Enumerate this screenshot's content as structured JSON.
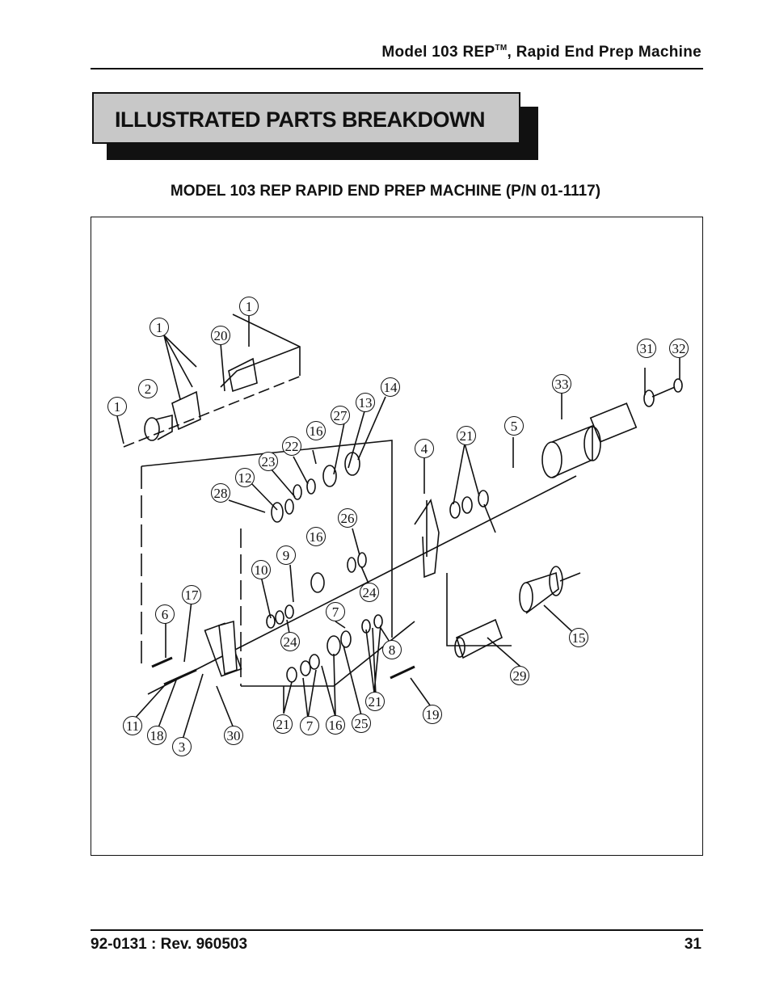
{
  "header": {
    "model_prefix": "Model 103 REP",
    "trademark": "TM",
    "model_suffix": ", Rapid End Prep Machine"
  },
  "section": {
    "title": "ILLUSTRATED PARTS BREAKDOWN"
  },
  "figure": {
    "title": "MODEL 103 REP RAPID END PREP MACHINE (P/N 01-1117)",
    "callouts": [
      "1",
      "20",
      "1",
      "1",
      "2",
      "31",
      "32",
      "33",
      "14",
      "13",
      "27",
      "16",
      "22",
      "23",
      "12",
      "28",
      "21",
      "5",
      "4",
      "16",
      "26",
      "9",
      "10",
      "24",
      "17",
      "6",
      "7",
      "24",
      "8",
      "15",
      "21",
      "29",
      "19",
      "11",
      "18",
      "3",
      "30",
      "21",
      "7",
      "16",
      "25"
    ]
  },
  "footer": {
    "doc_number": "92-0131 : Rev. 960503",
    "page_number": "31"
  },
  "colors": {
    "banner_fill": "#c8c8c8",
    "banner_shadow": "#111111",
    "line": "#111111"
  }
}
